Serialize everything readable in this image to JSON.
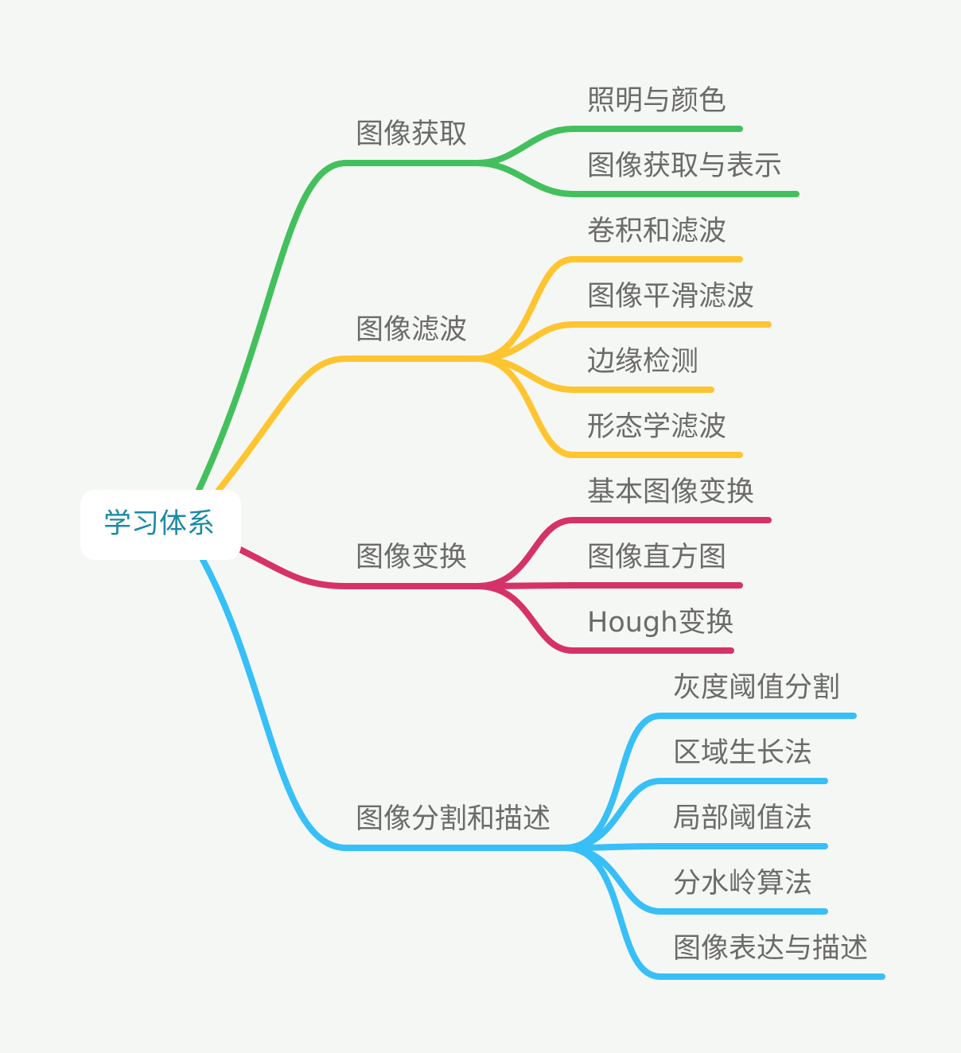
{
  "root": {
    "label": "学习体系"
  },
  "branches": [
    {
      "label": "图像获取",
      "color": "#43c05d",
      "children": [
        "照明与颜色",
        "图像获取与表示"
      ]
    },
    {
      "label": "图像滤波",
      "color": "#fec530",
      "children": [
        "卷积和滤波",
        "图像平滑滤波",
        "边缘检测",
        "形态学滤波"
      ]
    },
    {
      "label": "图像变换",
      "color": "#d6326a",
      "children": [
        "基本图像变换",
        "图像直方图",
        "Hough变换"
      ]
    },
    {
      "label": "图像分割和描述",
      "color": "#37bff8",
      "children": [
        "灰度阈值分割",
        "区域生长法",
        "局部阈值法",
        "分水岭算法",
        "图像表达与描述"
      ]
    }
  ]
}
